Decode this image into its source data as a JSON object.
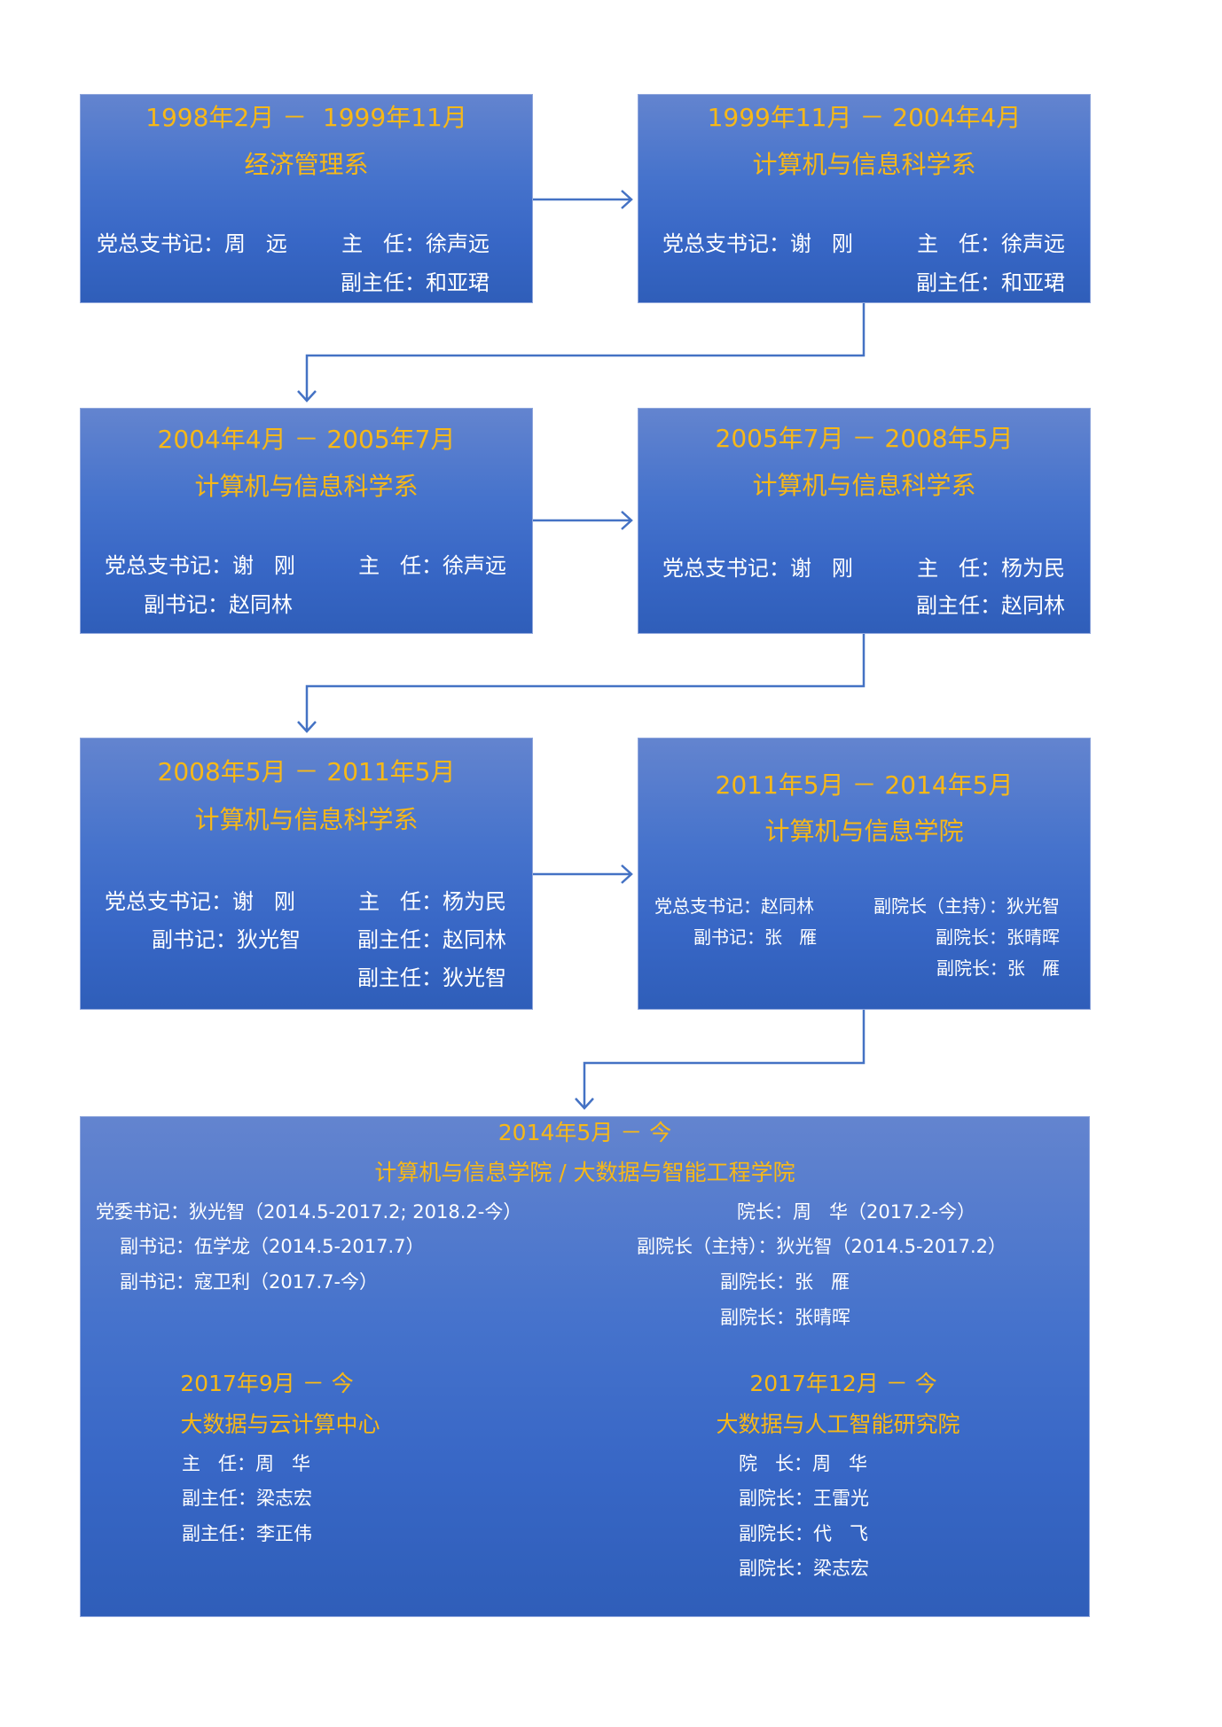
{
  "boxes": {
    "b1": {
      "period": "1998年2月 －  1999年11月",
      "dept": "经济管理系",
      "l1_left": "党总支书记：周   远",
      "l1_right": "主   任：徐声远",
      "l2_right": "副主任：和亚珺"
    },
    "b2": {
      "period": "1999年11月 － 2004年4月",
      "dept": "计算机与信息科学系",
      "l1_left": "党总支书记：谢   刚",
      "l1_right": "主   任：徐声远",
      "l2_right": "副主任：和亚珺"
    },
    "b3": {
      "period": "2004年4月 － 2005年7月",
      "dept": "计算机与信息科学系",
      "l1_left": "党总支书记：谢   刚",
      "l1_right": "主   任：徐声远",
      "l2_left": "副书记：赵同林"
    },
    "b4": {
      "period": "2005年7月 － 2008年5月",
      "dept": "计算机与信息科学系",
      "l1_left": "党总支书记：谢   刚",
      "l1_right": "主   任：杨为民",
      "l2_right": "副主任：赵同林"
    },
    "b5": {
      "period": "2008年5月 － 2011年5月",
      "dept": "计算机与信息科学系",
      "l1_left": "党总支书记：谢   刚",
      "l1_right": "主   任：杨为民",
      "l2_left": "副书记：狄光智",
      "l2_right": "副主任：赵同林",
      "l3_right": "副主任：狄光智"
    },
    "b6": {
      "period": "2011年5月 － 2014年5月",
      "dept": "计算机与信息学院",
      "l1_left": "党总支书记：赵同林",
      "l1_right": "副院长（主持）：狄光智",
      "l2_left": "副书记：张   雁",
      "l2_right": "副院长：张晴晖",
      "l3_right": "副院长：张   雁"
    },
    "b7": {
      "period": "2014年5月 － 今",
      "dept": "计算机与信息学院 / 大数据与智能工程学院",
      "left": [
        "党委书记：狄光智（2014.5-2017.2; 2018.2-今）",
        "副书记：伍学龙（2014.5-2017.7）",
        "副书记：寇卫利（2017.7-今）"
      ],
      "right": [
        "院长：周   华（2017.2-今）",
        "副院长（主持）：狄光智（2014.5-2017.2）",
        "副院长：张   雁",
        "副院长：张晴晖"
      ],
      "sub1": {
        "period": "2017年9月 － 今",
        "name": "大数据与云计算中心",
        "lines": [
          "主   任：周   华",
          "副主任：梁志宏",
          "副主任：李正伟"
        ]
      },
      "sub2": {
        "period": "2017年12月 － 今",
        "name": "大数据与人工智能研究院",
        "lines": [
          "院   长：周   华",
          "副院长：王雷光",
          "副院长：代   飞",
          "副院长：梁志宏"
        ]
      }
    }
  },
  "colors": {
    "title": "#f7b818",
    "arrow": "#4472c4",
    "box_top": "#6384cf",
    "box_bottom": "#2f5eb9"
  }
}
